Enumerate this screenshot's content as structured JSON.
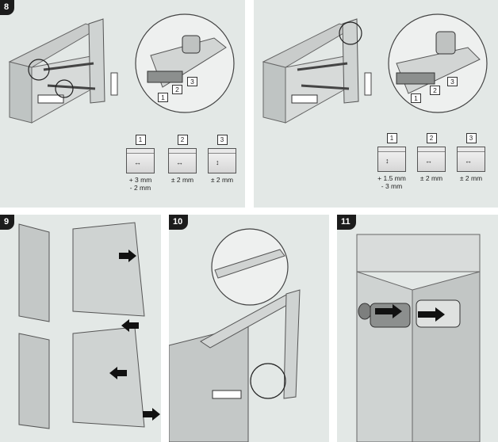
{
  "steps": {
    "s8a": {
      "label": "8"
    },
    "s9": {
      "label": "9"
    },
    "s10": {
      "label": "10"
    },
    "s11": {
      "label": "11"
    }
  },
  "adjustments_left": [
    {
      "num": "1",
      "value": "+ 3 mm\n- 2 mm",
      "arrow": "↔"
    },
    {
      "num": "2",
      "value": "± 2 mm",
      "arrow": "↔"
    },
    {
      "num": "3",
      "value": "± 2 mm",
      "arrow": "↕"
    }
  ],
  "adjustments_right": [
    {
      "num": "1",
      "value": "+ 1.5 mm\n-   3 mm",
      "arrow": "↕"
    },
    {
      "num": "2",
      "value": "± 2 mm",
      "arrow": "↔"
    },
    {
      "num": "3",
      "value": "± 2 mm",
      "arrow": "↔"
    }
  ],
  "callouts_left": [
    "1",
    "2",
    "3"
  ],
  "callouts_right": [
    "1",
    "2",
    "3"
  ],
  "colors": {
    "panel": "#e3e8e6",
    "badge": "#1c1c1c",
    "arrow": "#111111"
  }
}
